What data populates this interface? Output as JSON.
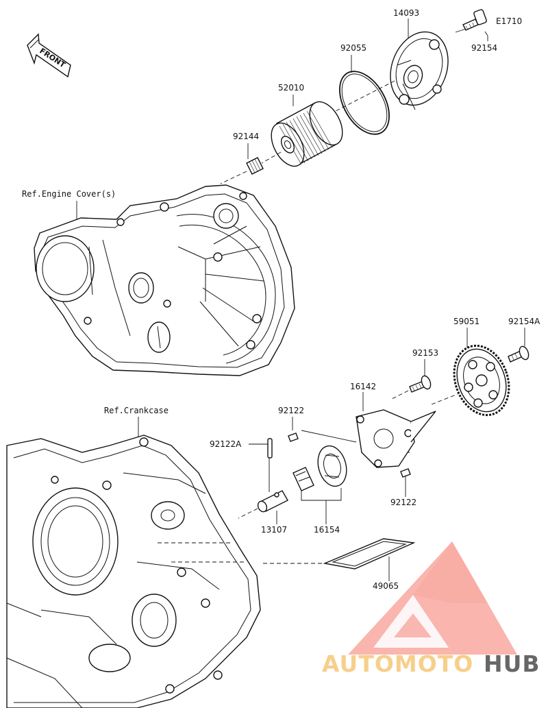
{
  "figure": {
    "front_label": "FRONT",
    "ref_label": "E1710",
    "references": [
      "Ref.Engine Cover(s)",
      "Ref.Crankcase"
    ],
    "parts": [
      "14093",
      "92154",
      "92055",
      "52010",
      "92144",
      "59051",
      "92154A",
      "92153",
      "16142",
      "92122",
      "92122A",
      "92122",
      "13107",
      "16154",
      "49065"
    ]
  },
  "watermark": {
    "brand_part1": "AUTOMOTO",
    "brand_part2": "HUB",
    "color_primary": "#f26a5b",
    "color_light": "#f7a49a",
    "color_gold": "#f4c168",
    "color_gray": "#3a3a3a"
  }
}
